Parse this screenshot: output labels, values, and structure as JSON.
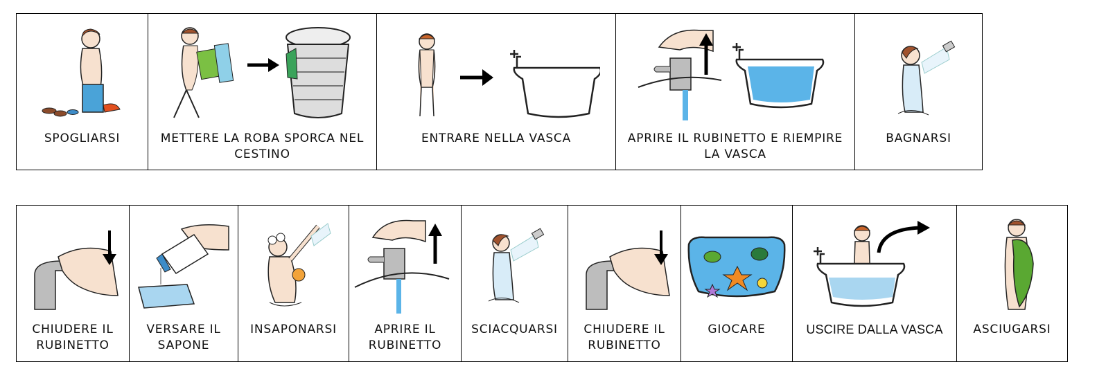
{
  "row1": [
    {
      "caption": "SPOGLIARSI",
      "icon": "child-undressing-icon"
    },
    {
      "caption": "METTERE LA ROBA SPORCA NEL CESTINO",
      "icon": "laundry-to-basket-icon"
    },
    {
      "caption": "ENTRARE NELLA VASCA",
      "icon": "enter-bathtub-icon"
    },
    {
      "caption": "APRIRE IL RUBINETTO E RIEMPIRE LA VASCA",
      "icon": "open-tap-fill-tub-icon"
    },
    {
      "caption": "BAGNARSI",
      "icon": "shower-wetting-icon"
    }
  ],
  "row2": [
    {
      "caption": "CHIUDERE IL RUBINETTO",
      "icon": "close-tap-icon"
    },
    {
      "caption": "VERSARE IL SAPONE",
      "icon": "pour-soap-icon"
    },
    {
      "caption": "INSAPONARSI",
      "icon": "soaping-icon"
    },
    {
      "caption": "APRIRE IL RUBINETTO",
      "icon": "open-tap-icon"
    },
    {
      "caption": "SCIACQUARSI",
      "icon": "rinse-icon"
    },
    {
      "caption": "CHIUDERE IL RUBINETTO",
      "icon": "close-tap-icon"
    },
    {
      "caption": "GIOCARE",
      "icon": "play-bath-toys-icon"
    },
    {
      "caption": "USCIRE DALLA VASCA",
      "icon": "exit-bathtub-icon"
    },
    {
      "caption": "ASCIUGARSI",
      "icon": "towel-drying-icon"
    }
  ],
  "colors": {
    "border": "#000000",
    "water": "#5bb4e8",
    "skin": "#f7e1cf",
    "hair": "#a0522d"
  }
}
